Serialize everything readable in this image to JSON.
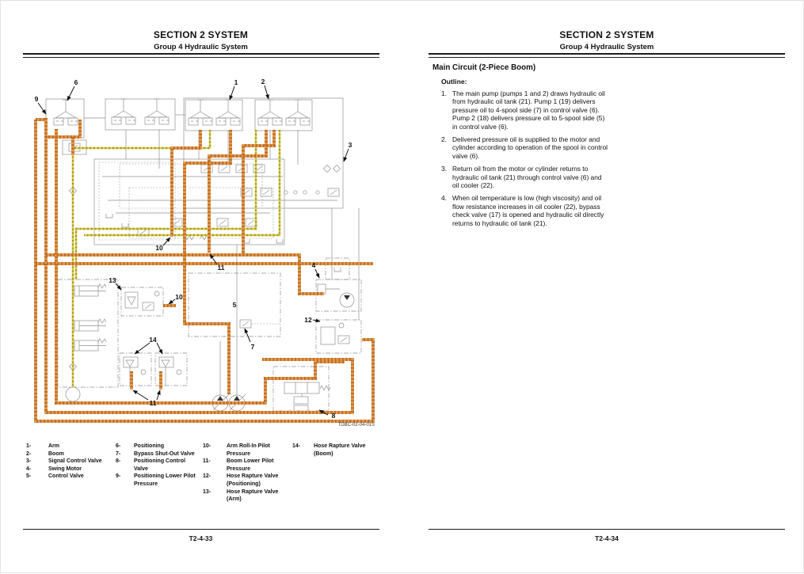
{
  "pages": {
    "left": {
      "header_line1": "SECTION 2 SYSTEM",
      "header_line2": "Group 4 Hydraulic System",
      "footer": "T2-4-33",
      "diagram": {
        "code": "TDBC-02-04-01S",
        "callouts": [
          "6",
          "9",
          "1",
          "2",
          "3",
          "10",
          "11",
          "13",
          "10",
          "14",
          "11",
          "5",
          "7",
          "4",
          "12",
          "8"
        ]
      },
      "legend": [
        {
          "n": "1-",
          "t": "Arm"
        },
        {
          "n": "2-",
          "t": "Boom"
        },
        {
          "n": "3-",
          "t": "Signal Control Valve"
        },
        {
          "n": "4-",
          "t": "Swing Motor"
        },
        {
          "n": "5-",
          "t": "Control Valve"
        },
        {
          "n": "6-",
          "t": "Positioning"
        },
        {
          "n": "7-",
          "t": "Bypass Shut-Out Valve"
        },
        {
          "n": "8-",
          "t": "Positioning Control Valve"
        },
        {
          "n": "9-",
          "t": "Positioning Lower Pilot Pressure"
        },
        {
          "n": "10-",
          "t": "Arm Roll-In Pilot Pressure"
        },
        {
          "n": "11-",
          "t": "Boom Lower Pilot Pressure"
        },
        {
          "n": "12-",
          "t": "Hose Rapture Valve (Positioning)"
        },
        {
          "n": "13-",
          "t": "Hose Rapture Valve (Arm)"
        },
        {
          "n": "14-",
          "t": "Hose Rapture Valve (Boom)"
        }
      ]
    },
    "right": {
      "header_line1": "SECTION 2 SYSTEM",
      "header_line2": "Group 4 Hydraulic System",
      "footer": "T2-4-34",
      "title": "Main Circuit (2-Piece Boom)",
      "outline_label": "Outline:",
      "outline_items": [
        {
          "n": "1.",
          "t": "The main pump (pumps 1 and 2) draws hydraulic oil from hydraulic oil tank (21). Pump 1 (19) delivers pressure oil to 4-spool side (7) in control valve (6). Pump 2 (18) delivers pressure oil to 5-spool side (5) in control valve (6)."
        },
        {
          "n": "2.",
          "t": "Delivered pressure oil is supplied to the motor and cylinder according to operation of the spool in control valve (6)."
        },
        {
          "n": "3.",
          "t": "Return oil from the motor or cylinder returns to hydraulic oil tank (21) through control valve (6) and oil cooler (22)."
        },
        {
          "n": "4.",
          "t": "When oil temperature is low (high viscosity) and oil flow resistance increases in oil cooler (22), bypass check valve (17) is opened and hydraulic oil directly returns to hydraulic oil tank (21)."
        }
      ]
    }
  },
  "colors": {
    "highlight_orange": "#DD8C3E",
    "highlight_yellow": "#D2C43C",
    "schematic_gray": "#8F8F8F"
  }
}
